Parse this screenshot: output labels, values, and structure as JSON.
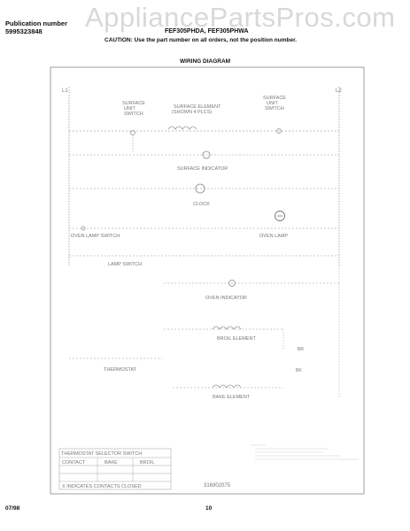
{
  "header": {
    "publication_label": "Publication number",
    "publication_number": "5995323848",
    "models": "FEF305PHDA, FEF305PHWA",
    "caution": "CAUTION:  Use the part number on all orders, not the position number.",
    "watermark": "AppliancePartsPros.com"
  },
  "diagram": {
    "title": "WIRING DIAGRAM",
    "labels": {
      "l1": "L1",
      "l2": "L2",
      "surface_unit_switch_left": [
        "SURFACE",
        "UNIT",
        "SWITCH"
      ],
      "surface_element": [
        "SURFACE ELEMENT",
        "(SHOWN 4 PLCS)"
      ],
      "surface_unit_switch_right": [
        "SURFACE",
        "UNIT",
        "SWITCH"
      ],
      "surface_indicator": "SURFACE INDICATOR",
      "clock": "CLOCK",
      "oven_lamp_switch": "OVEN LAMP SWITCH",
      "oven_lamp": "OVEN LAMP",
      "lamp_switch": "LAMP SWITCH",
      "oven_indicator": "OVEN INDICATOR",
      "broil_element": "BROIL ELEMENT",
      "thermostat": "THERMOSTAT",
      "bake_element": "BAKE ELEMENT",
      "bk": "BK",
      "br": "BR",
      "table_title": "THERMOSTAT SELECTOR SWITCH",
      "table_headers": [
        "CONTACT",
        "BAKE",
        "BROIL"
      ],
      "table_note": "X INDICATES CONTACTS CLOSED",
      "part_number": "316902075"
    }
  },
  "footer": {
    "date": "07/98",
    "page": "10"
  }
}
